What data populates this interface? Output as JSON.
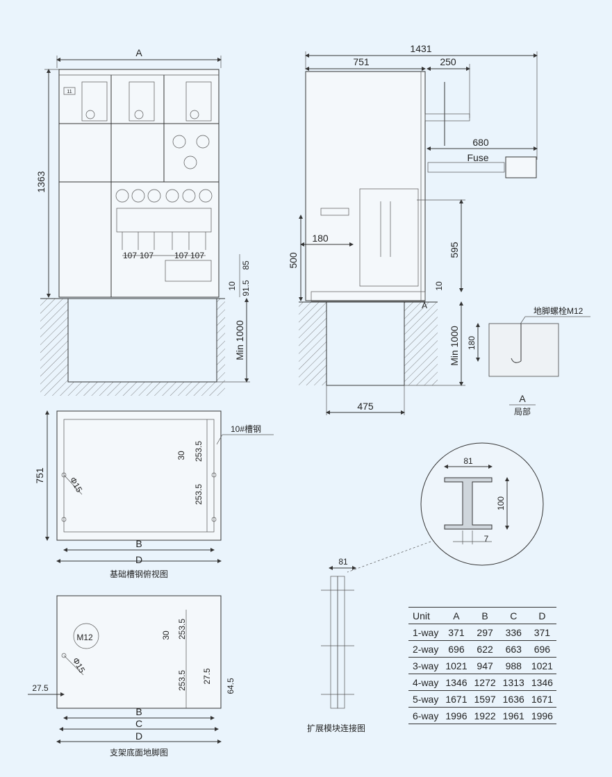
{
  "front_view": {
    "width_label": "A",
    "height_label": "1363",
    "fuse_spacings": [
      "107",
      "107",
      "107",
      "107"
    ],
    "dim_85": "85",
    "dim_10": "10",
    "dim_91_5": "91.5",
    "pit_depth": "Min 1000",
    "tag_11": "11"
  },
  "side_view": {
    "total_depth": "1431",
    "body_depth": "751",
    "handle_offset": "250",
    "fuse_clearance": "680",
    "fuse_label": "Fuse",
    "dim_180": "180",
    "dim_500": "500",
    "dim_595": "595",
    "dim_10": "10",
    "pit_depth": "Min 1000",
    "pit_width": "475",
    "detail_marker": "A"
  },
  "detail_a": {
    "bolt_label": "地脚螺栓M12",
    "depth": "180",
    "title": "A",
    "subtitle": "局部"
  },
  "base_plan": {
    "depth": "751",
    "channel_label": "10#槽钢",
    "dim_30": "30",
    "dim_253_5_top": "253.5",
    "dim_253_5_bottom": "253.5",
    "hole": "Φ15",
    "inner_width": "B",
    "outer_width": "D",
    "caption": "基础槽钢俯视图"
  },
  "channel_section": {
    "flange": "81",
    "height": "100",
    "web": "7"
  },
  "extension": {
    "flange": "81",
    "caption": "扩展模块连接图"
  },
  "footprint": {
    "bolt": "M12",
    "hole": "Φ15",
    "dim_30": "30",
    "dim_253_5_top": "253.5",
    "dim_253_5_bottom": "253.5",
    "dim_27_5_right": "27.5",
    "dim_64_5": "64.5",
    "dim_27_5_left": "27.5",
    "width_b": "B",
    "width_c": "C",
    "width_d": "D",
    "caption": "支架底面地脚图"
  },
  "table": {
    "headers": [
      "Unit",
      "A",
      "B",
      "C",
      "D"
    ],
    "rows": [
      [
        "1-way",
        "371",
        "297",
        "336",
        "371"
      ],
      [
        "2-way",
        "696",
        "622",
        "663",
        "696"
      ],
      [
        "3-way",
        "1021",
        "947",
        "988",
        "1021"
      ],
      [
        "4-way",
        "1346",
        "1272",
        "1313",
        "1346"
      ],
      [
        "5-way",
        "1671",
        "1597",
        "1636",
        "1671"
      ],
      [
        "6-way",
        "1996",
        "1922",
        "1961",
        "1996"
      ]
    ]
  }
}
